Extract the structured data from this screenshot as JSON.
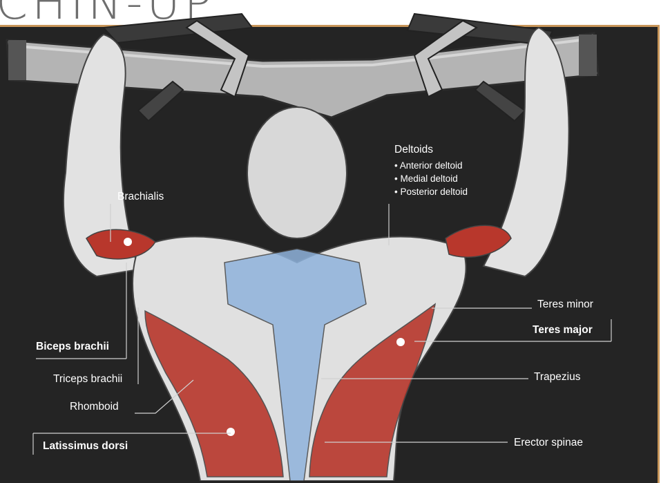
{
  "title": "CHIN-UP",
  "labels": {
    "deltoids": "Deltoids",
    "deltoid_parts": [
      "Anterior deltoid",
      "Medial deltoid",
      "Posterior deltoid"
    ],
    "brachialis": "Brachialis",
    "teres_minor": "Teres minor",
    "teres_major": "Teres major",
    "biceps_brachii": "Biceps brachii",
    "triceps_brachii": "Triceps brachii",
    "trapezius": "Trapezius",
    "rhomboid": "Rhomboid",
    "erector_spinae": "Erector spinae",
    "latissimus_dorsi": "Latissimus dorsi"
  },
  "colors": {
    "background": "#242424",
    "frame": "#c8965a",
    "primary_muscle": "#b8372c",
    "secondary_muscle": "#8fb3dc",
    "body": "#e2e2e2",
    "bar": "#b4b4b4"
  }
}
